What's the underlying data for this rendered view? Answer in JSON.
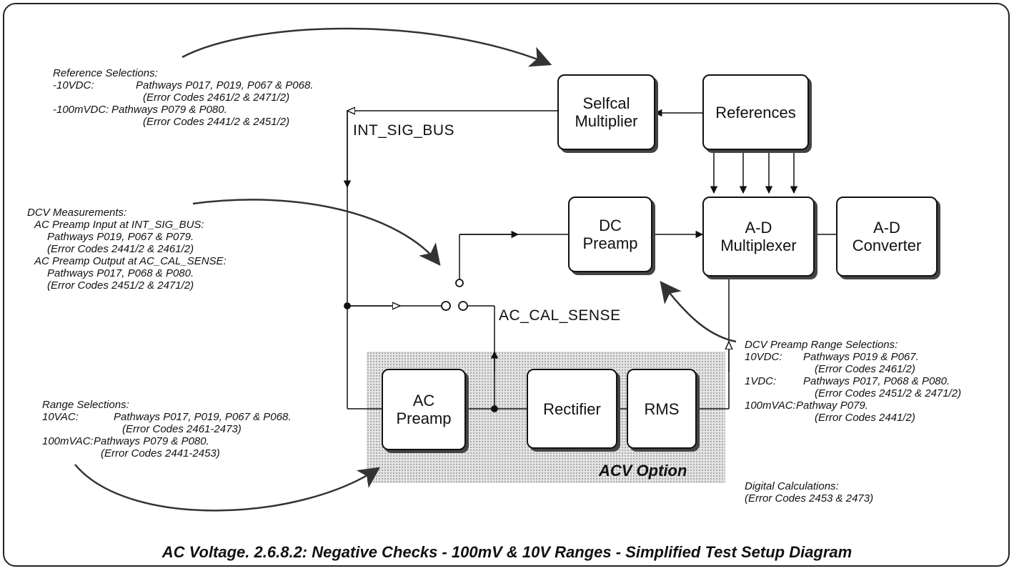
{
  "blocks": {
    "selfcal": [
      "Selfcal",
      "Multiplier"
    ],
    "references": [
      "References"
    ],
    "dc_preamp": [
      "DC",
      "Preamp"
    ],
    "ad_multiplexer": [
      "A-D",
      "Multiplexer"
    ],
    "ad_converter": [
      "A-D",
      "Converter"
    ],
    "ac_preamp": [
      "AC",
      "Preamp"
    ],
    "rectifier": [
      "Rectifier"
    ],
    "rms": [
      "RMS"
    ]
  },
  "signals": {
    "int_sig_bus": "INT_SIG_BUS",
    "ac_cal_sense": "AC_CAL_SENSE"
  },
  "acv_option_label": "ACV Option",
  "annotations": {
    "reference_selections": {
      "title": "Reference Selections:",
      "rows": [
        {
          "key": "-10VDC:",
          "text": "Pathways P017, P019, P067 & P068."
        },
        {
          "key": "",
          "text": "(Error Codes 2461/2 & 2471/2)"
        },
        {
          "key": "-100mVDC:",
          "text": "Pathways P079 & P080."
        },
        {
          "key": "",
          "text": "(Error Codes 2441/2 & 2451/2)"
        }
      ]
    },
    "dcv_measurements": {
      "title": "DCV Measurements:",
      "lines": [
        "AC Preamp Input at INT_SIG_BUS:",
        "Pathways P019, P067 & P079.",
        "(Error Codes 2441/2 & 2461/2)",
        "AC Preamp Output at AC_CAL_SENSE:",
        "Pathways P017, P068 & P080.",
        "(Error Codes 2451/2 & 2471/2)"
      ]
    },
    "range_selections": {
      "title": "Range Selections:",
      "rows": [
        {
          "key": "10VAC:",
          "text": "Pathways P017, P019, P067 & P068."
        },
        {
          "key": "",
          "text": "(Error Codes 2461-2473)"
        },
        {
          "key": "100mVAC:",
          "text": "Pathways P079 & P080."
        },
        {
          "key": "",
          "text": "(Error Codes 2441-2453)"
        }
      ]
    },
    "dcv_preamp_range": {
      "title": "DCV Preamp Range Selections:",
      "rows": [
        {
          "key": "10VDC:",
          "text": "Pathways P019 & P067."
        },
        {
          "key": "",
          "text": "(Error Codes 2461/2)"
        },
        {
          "key": "1VDC:",
          "text": "Pathways P017, P068 & P080."
        },
        {
          "key": "",
          "text": "(Error Codes 2451/2 & 2471/2)"
        },
        {
          "key": "100mVAC:",
          "text": "Pathway P079."
        },
        {
          "key": "",
          "text": "(Error Codes 2441/2)"
        }
      ]
    },
    "digital_calculations": {
      "title": "Digital Calculations:",
      "lines": [
        "(Error Codes 2453 & 2473)"
      ]
    }
  },
  "caption": "AC Voltage.  2.6.8.2: Negative Checks - 100mV & 10V Ranges - Simplified Test Setup Diagram"
}
